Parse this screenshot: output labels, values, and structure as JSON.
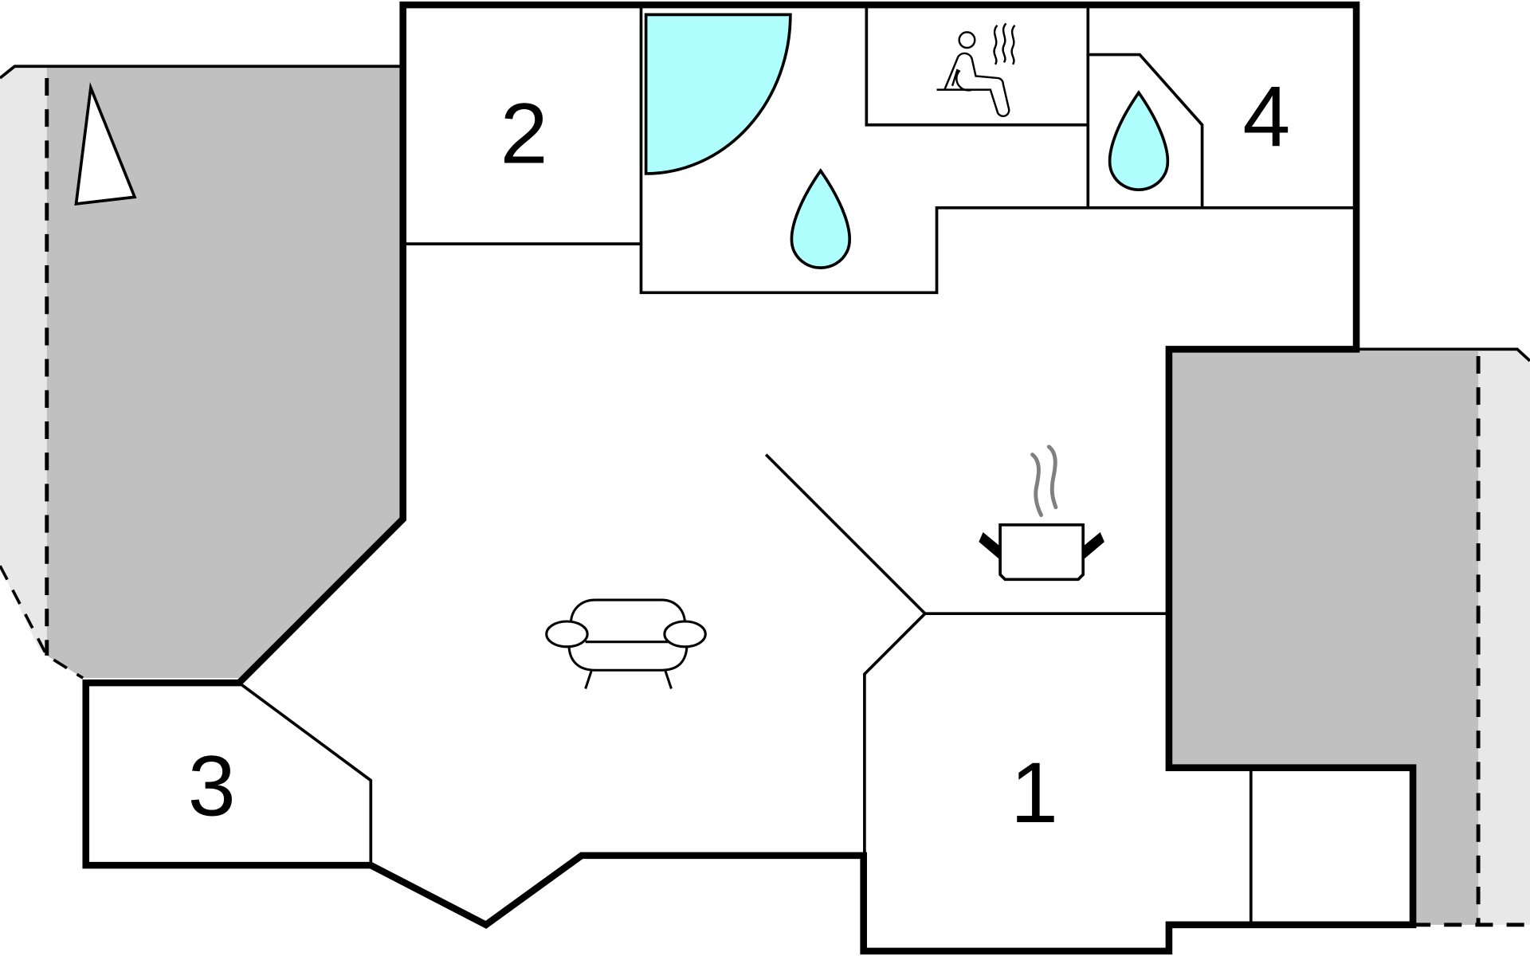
{
  "plan": {
    "rooms": [
      {
        "id": "room-1",
        "label": "1"
      },
      {
        "id": "room-2",
        "label": "2"
      },
      {
        "id": "room-3",
        "label": "3"
      },
      {
        "id": "room-4",
        "label": "4"
      }
    ],
    "icons": [
      "north-arrow-icon",
      "shower-icon",
      "water-drop-icon",
      "sauna-icon",
      "cooking-pot-icon",
      "sofa-icon"
    ],
    "colors": {
      "terrace": "#c0c0c0",
      "outdoor": "#e8e8e8",
      "water": "#b0ffff",
      "wall": "#000000",
      "steam": "#808080"
    }
  }
}
